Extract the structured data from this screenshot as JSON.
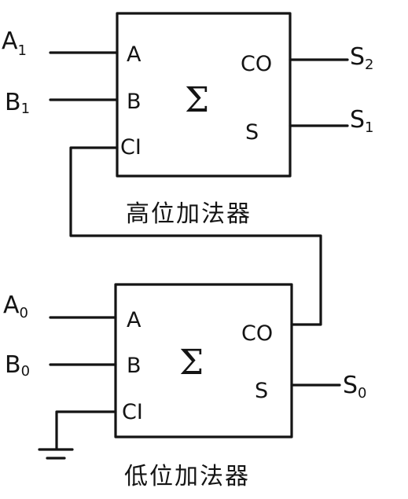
{
  "diagram": {
    "high_adder": {
      "title": "高位加法器",
      "symbol": "Σ",
      "ports": {
        "a": "A",
        "b": "B",
        "ci": "CI",
        "co": "CO",
        "s": "S"
      },
      "inputs": {
        "a": {
          "letter": "A",
          "sub": "1"
        },
        "b": {
          "letter": "B",
          "sub": "1"
        }
      },
      "outputs": {
        "co": {
          "letter": "S",
          "sub": "2"
        },
        "s": {
          "letter": "S",
          "sub": "1"
        }
      }
    },
    "low_adder": {
      "title": "低位加法器",
      "symbol": "Σ",
      "ports": {
        "a": "A",
        "b": "B",
        "ci": "CI",
        "co": "CO",
        "s": "S"
      },
      "inputs": {
        "a": {
          "letter": "A",
          "sub": "0"
        },
        "b": {
          "letter": "B",
          "sub": "0"
        }
      },
      "outputs": {
        "s": {
          "letter": "S",
          "sub": "0"
        }
      }
    }
  }
}
